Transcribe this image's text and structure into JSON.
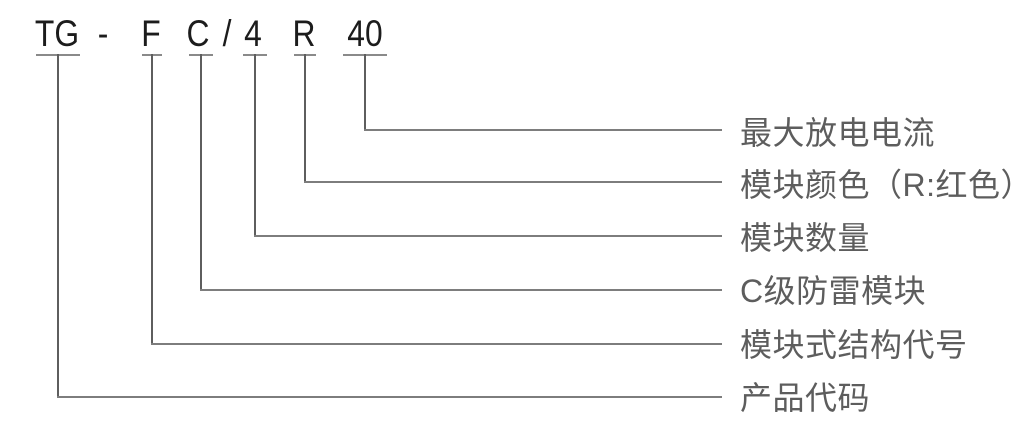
{
  "diagram": {
    "title": "product-model-code-explanation",
    "model_code": {
      "full": "TG - F C / 4 R 40",
      "parts": [
        {
          "text": "TG"
        },
        {
          "text": "-"
        },
        {
          "text": "F"
        },
        {
          "text": "C"
        },
        {
          "text": "/"
        },
        {
          "text": "4"
        },
        {
          "text": "R"
        },
        {
          "text": "40"
        }
      ]
    },
    "legend": [
      {
        "code": "40",
        "label": "最大放电电流"
      },
      {
        "code": "R",
        "label": "模块颜色（R:红色）"
      },
      {
        "code": "4",
        "label": "模块数量"
      },
      {
        "code": "C",
        "label": "C级防雷模块"
      },
      {
        "code": "F",
        "label": "模块式结构代号"
      },
      {
        "code": "TG",
        "label": "产品代码"
      }
    ],
    "colors": {
      "code_text": "#1c1c1c",
      "label_text": "#5d5d5d",
      "tick_line": "#8a8a8a",
      "vertical_line": "#5e5e5e",
      "horizontal_line": "#7d7d7d",
      "background": "#ffffff"
    }
  }
}
